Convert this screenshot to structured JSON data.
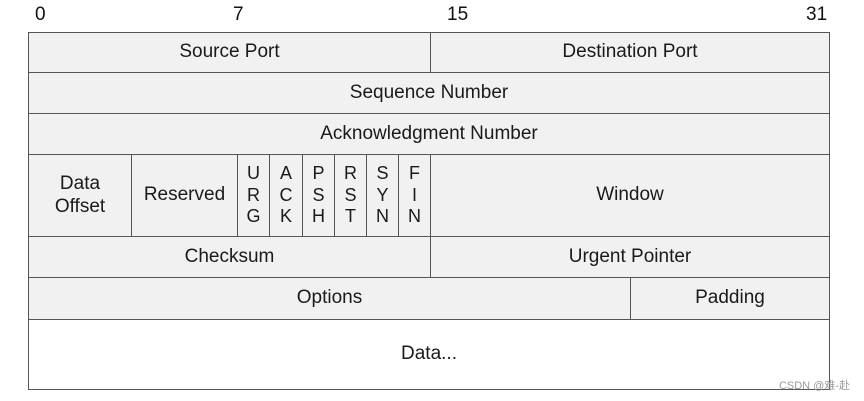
{
  "bit_markers": [
    "0",
    "7",
    "15",
    "31"
  ],
  "fields": {
    "source_port": "Source Port",
    "destination_port": "Destination Port",
    "sequence_number": "Sequence Number",
    "acknowledgment_number": "Acknowledgment Number",
    "data_offset": "Data Offset",
    "reserved": "Reserved",
    "window": "Window",
    "checksum": "Checksum",
    "urgent_pointer": "Urgent Pointer",
    "options": "Options",
    "padding": "Padding",
    "data": "Data..."
  },
  "flags": [
    {
      "name": "URG",
      "letters": [
        "U",
        "R",
        "G"
      ]
    },
    {
      "name": "ACK",
      "letters": [
        "A",
        "C",
        "K"
      ]
    },
    {
      "name": "PSH",
      "letters": [
        "P",
        "S",
        "H"
      ]
    },
    {
      "name": "RST",
      "letters": [
        "R",
        "S",
        "T"
      ]
    },
    {
      "name": "SYN",
      "letters": [
        "S",
        "Y",
        "N"
      ]
    },
    {
      "name": "FIN",
      "letters": [
        "F",
        "I",
        "N"
      ]
    }
  ],
  "watermark": "CSDN @难-赴"
}
